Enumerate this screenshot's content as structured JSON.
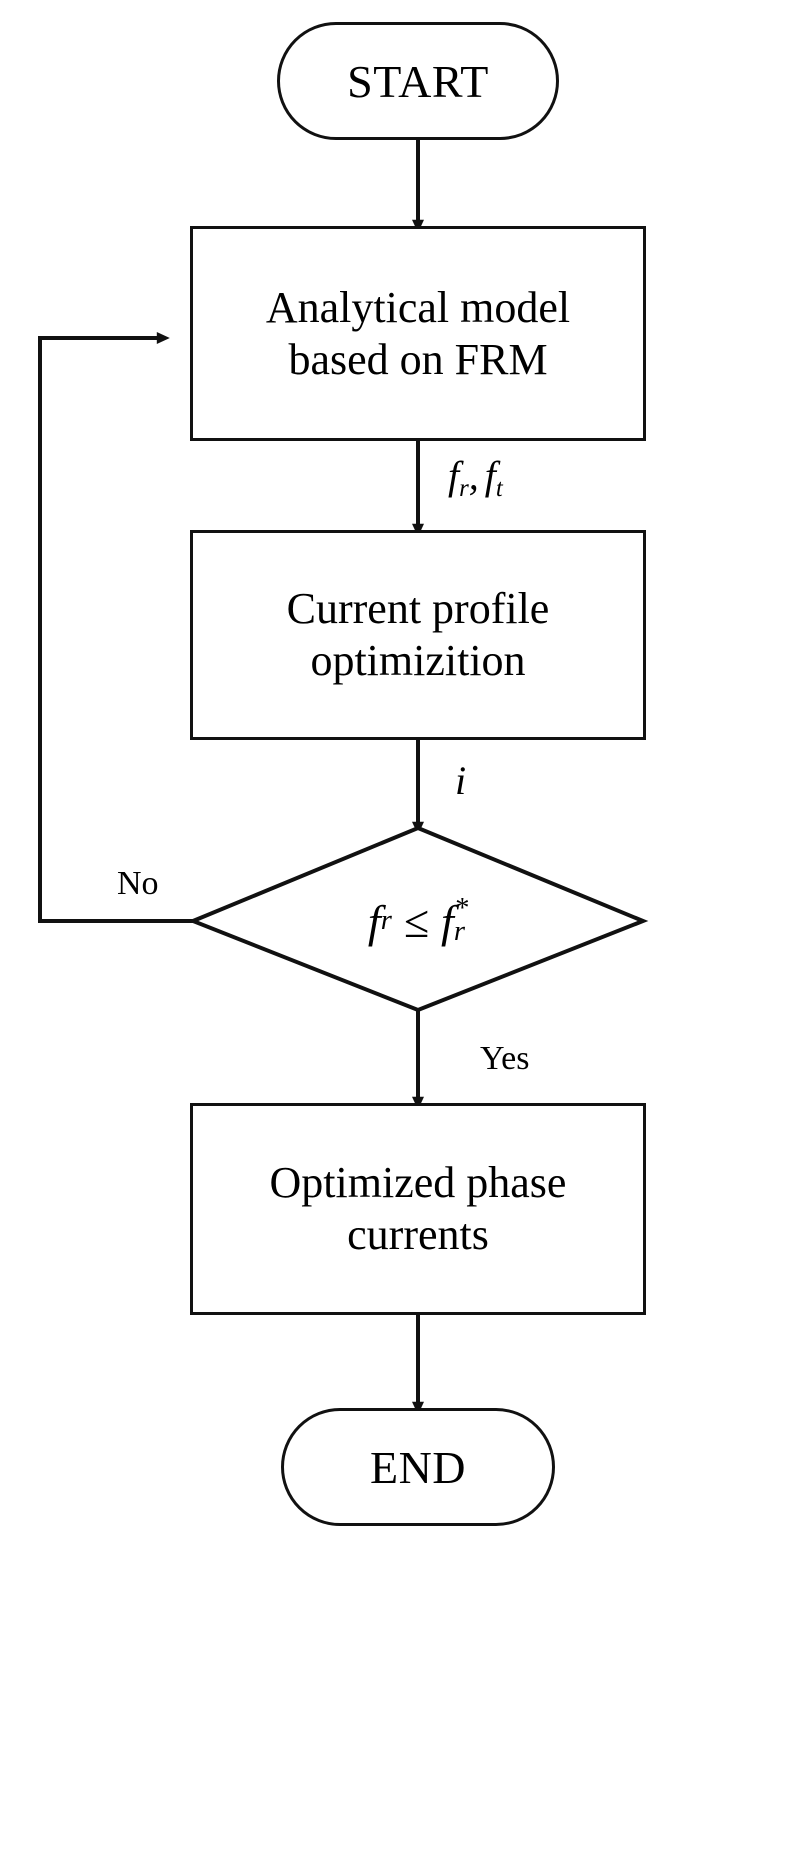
{
  "diagram": {
    "type": "flowchart",
    "title": "Optimization flowchart",
    "orientation": "top-to-bottom",
    "background": "#ffffff",
    "stroke_color": "#111111"
  },
  "nodes": {
    "start": {
      "label": "START",
      "shape": "terminal"
    },
    "analytical_model": {
      "line1": "Analytical model",
      "line2": "based on FRM",
      "shape": "process"
    },
    "current_profile": {
      "line1": "Current profile",
      "line2": "optimizition",
      "shape": "process"
    },
    "decision": {
      "lhs": "f",
      "lhs_sub": "r",
      "operator": "≤",
      "rhs": "f",
      "rhs_sub": "r",
      "rhs_sup": "*",
      "shape": "decision"
    },
    "optimized_currents": {
      "line1": "Optimized phase",
      "line2": "currents",
      "shape": "process"
    },
    "end": {
      "label": "END",
      "shape": "terminal"
    }
  },
  "edge_labels": {
    "fr_ft": {
      "f1": "f",
      "s1": "r",
      "comma": ",",
      "f2": "f",
      "s2": "t"
    },
    "iteration": "i",
    "no": "No",
    "yes": "Yes"
  }
}
